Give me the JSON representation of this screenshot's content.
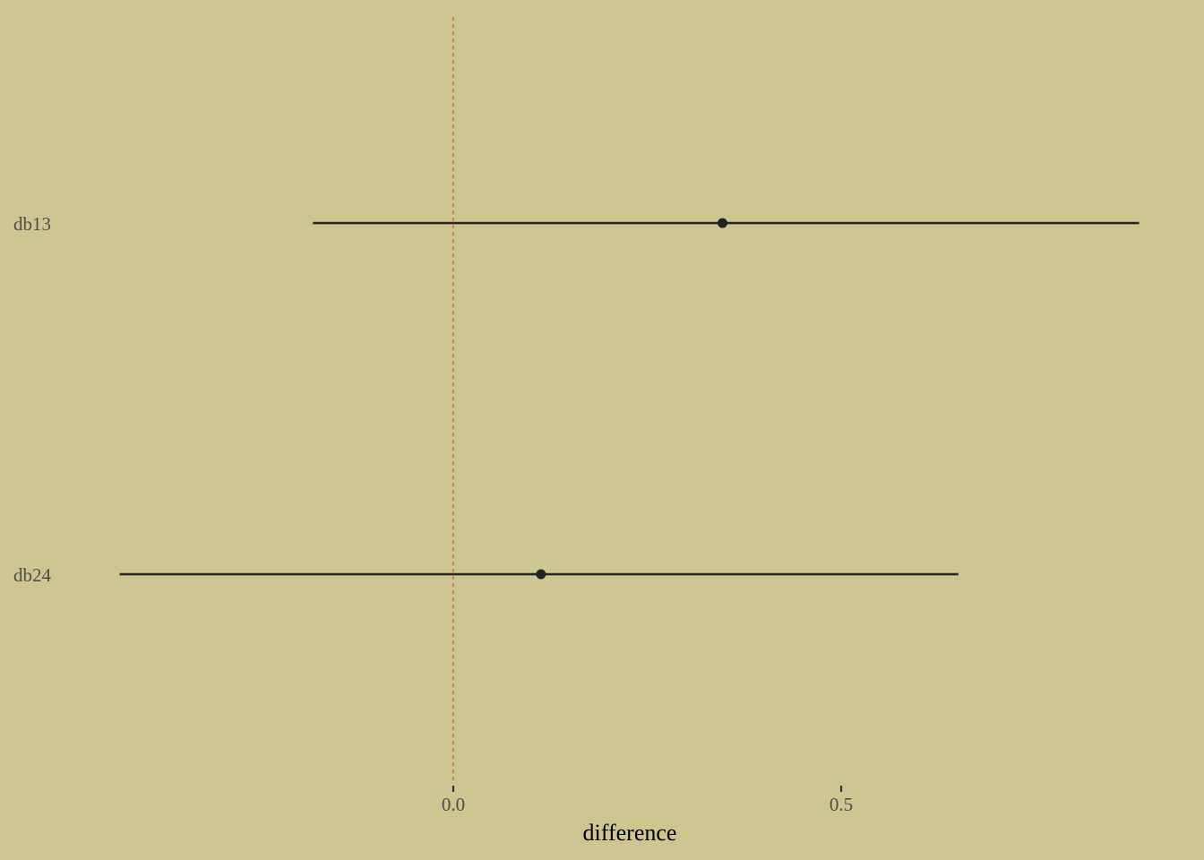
{
  "chart_data": {
    "type": "forest",
    "xlabel": "difference",
    "ylabel": "",
    "title": "",
    "x_ticks": [
      0.0,
      0.5
    ],
    "x_tick_labels": [
      "0.0",
      "0.5"
    ],
    "xlim": [
      -0.43,
      0.884
    ],
    "reference_line": {
      "x": 0.0,
      "style": "dotted",
      "color": "#c8874b"
    },
    "rows": [
      {
        "label": "db13",
        "estimate": 0.347,
        "lower": -0.181,
        "upper": 0.884
      },
      {
        "label": "db24",
        "estimate": 0.113,
        "lower": -0.43,
        "upper": 0.651
      }
    ],
    "grid": false,
    "colors": {
      "background": "#cdc690",
      "interval": "#222222",
      "point": "#222222",
      "axis_text": "#4d4d4d",
      "title_text": "#000000"
    }
  }
}
